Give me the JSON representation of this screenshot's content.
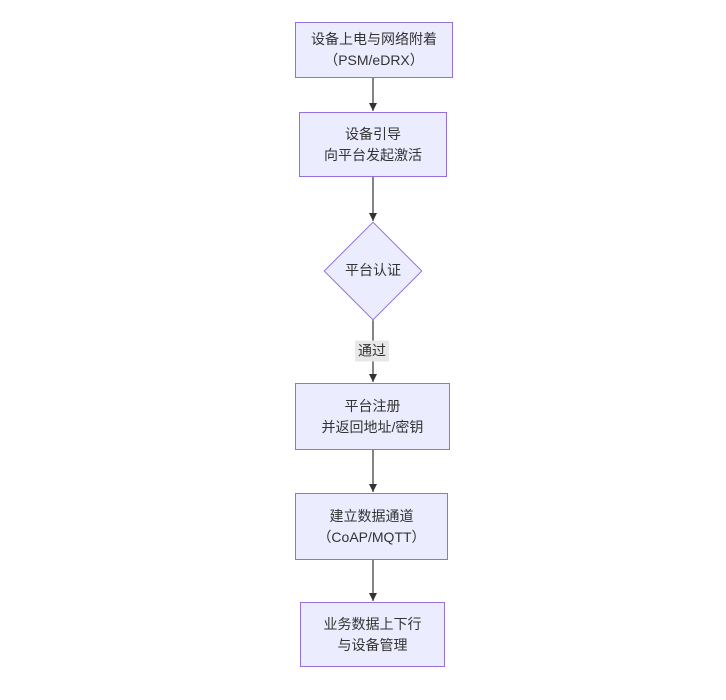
{
  "colors": {
    "background": "#ffffff",
    "node_fill": "#ECECFF",
    "node_border": "#9370DB",
    "text_color": "#333333",
    "edge_stroke": "#333333",
    "edge_label_bg": "#e8e8e8"
  },
  "flowchart": {
    "nodes": [
      {
        "name": "power-attach",
        "shape": "rect",
        "line1": "设备上电与网络附着",
        "line2": "（PSM/eDRX）"
      },
      {
        "name": "bootstrap",
        "shape": "rect",
        "line1": "设备引导",
        "line2": "向平台发起激活"
      },
      {
        "name": "platform-auth",
        "shape": "diamond",
        "line1": "平台认证"
      },
      {
        "name": "platform-register",
        "shape": "rect",
        "line1": "平台注册",
        "line2": "并返回地址/密钥"
      },
      {
        "name": "data-channel",
        "shape": "rect",
        "line1": "建立数据通道",
        "line2": "（CoAP/MQTT）"
      },
      {
        "name": "business-data",
        "shape": "rect",
        "line1": "业务数据上下行",
        "line2": "与设备管理"
      }
    ],
    "edges": [
      {
        "from": "power-attach",
        "to": "bootstrap",
        "label": ""
      },
      {
        "from": "bootstrap",
        "to": "platform-auth",
        "label": ""
      },
      {
        "from": "platform-auth",
        "to": "platform-register",
        "label": "通过"
      },
      {
        "from": "platform-register",
        "to": "data-channel",
        "label": ""
      },
      {
        "from": "data-channel",
        "to": "business-data",
        "label": ""
      }
    ]
  }
}
